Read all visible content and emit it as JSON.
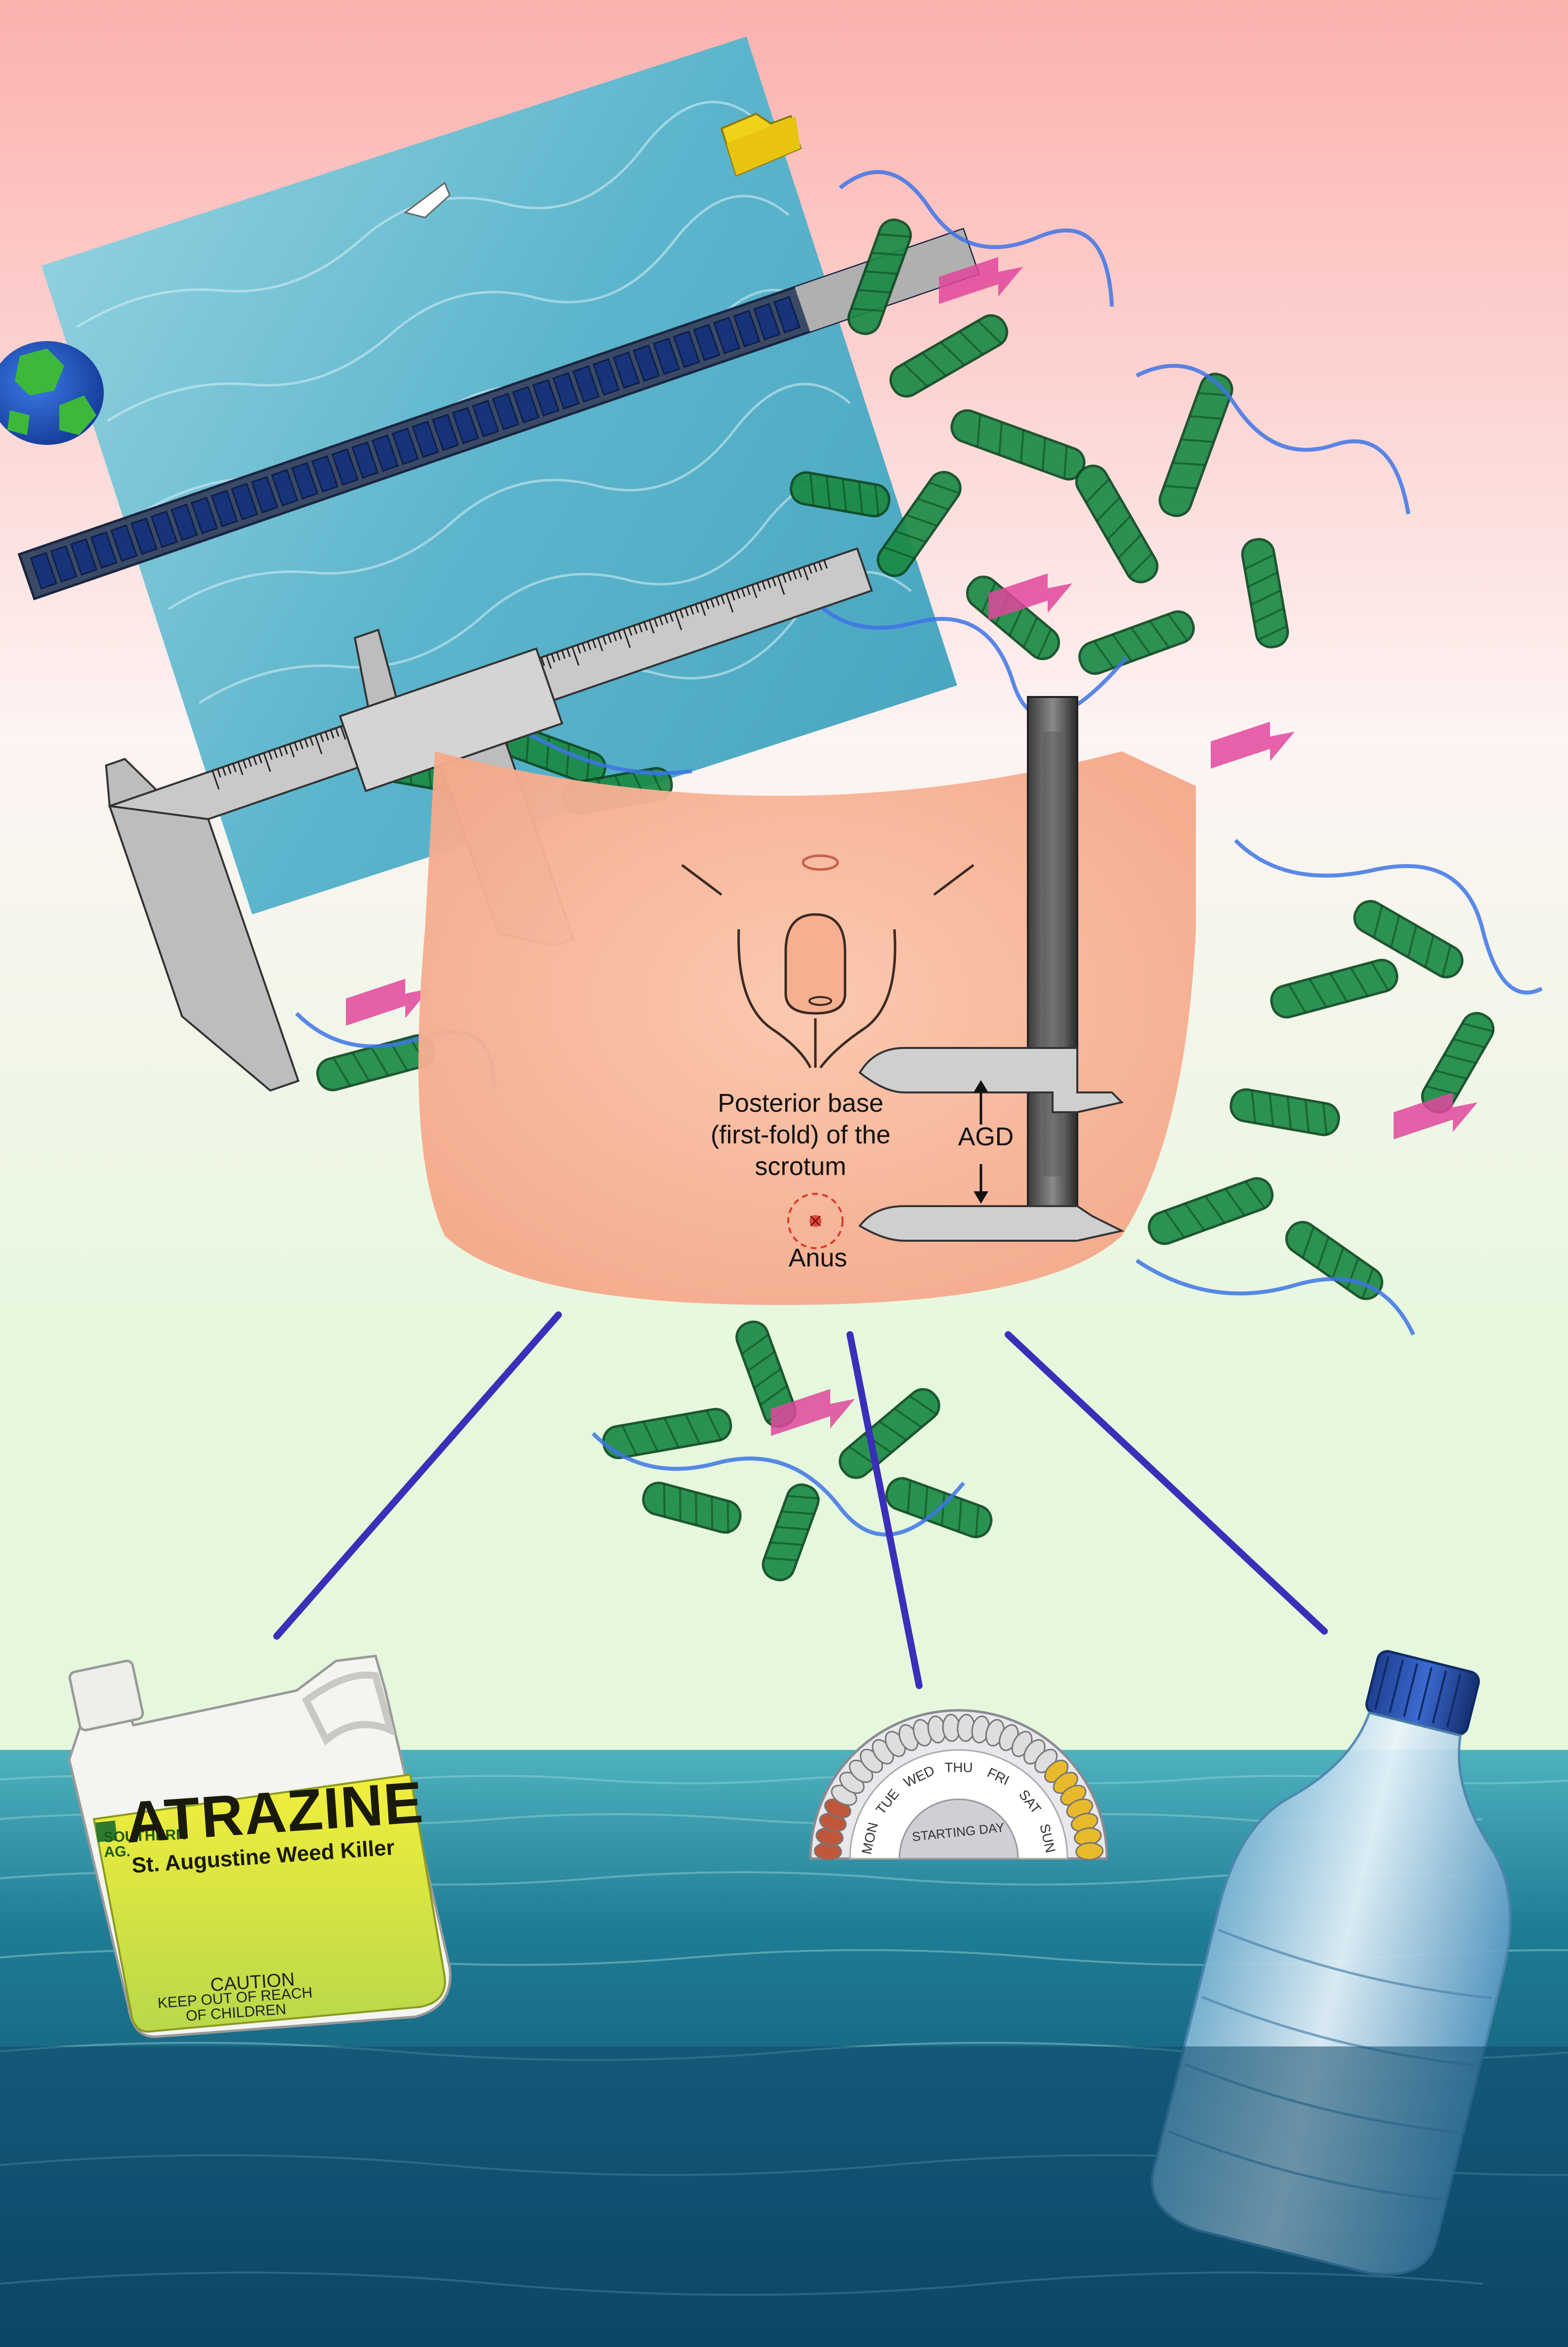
{
  "labels": {
    "posterior": "Posterior base (first-fold) of the scrotum",
    "agd": "AGD",
    "anus": "Anus"
  },
  "jug": {
    "brand": "SOUTHERN AG.",
    "title": "ATRAZINE",
    "subtitle": "St. Augustine Weed Killer",
    "caution": "CAUTION",
    "keep_out": "KEEP OUT OF REACH OF CHILDREN"
  },
  "pill_pack": {
    "days": [
      "MON",
      "TUE",
      "WED",
      "THU",
      "FRI",
      "SAT",
      "SUN"
    ],
    "starting_day": "STARTING DAY"
  },
  "colors": {
    "sky_top": "#fbb1ae",
    "sky_mid": "#fdf4f3",
    "sky_low": "#e5f8dd",
    "sea": "#1d6a86",
    "helix_green": "#1b8a45",
    "loop_blue": "#3d74e6",
    "skin": "#f7b89c",
    "line_indigo": "#3a2fb8"
  }
}
